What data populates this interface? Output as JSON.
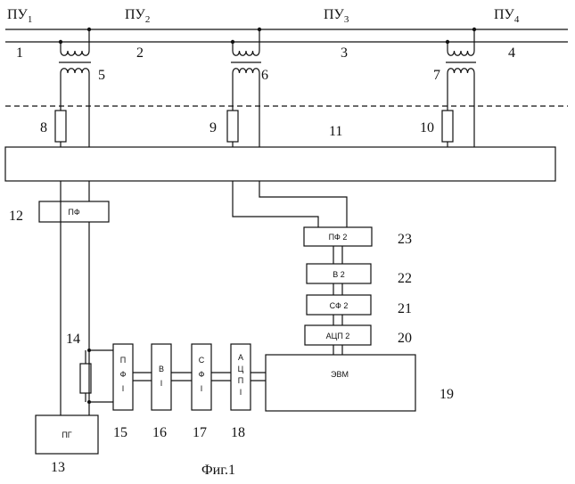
{
  "stations": [
    {
      "text": "ПУ",
      "sub": "1"
    },
    {
      "text": "ПУ",
      "sub": "2"
    },
    {
      "text": "ПУ",
      "sub": "3"
    },
    {
      "text": "ПУ",
      "sub": "4"
    }
  ],
  "numbers": [
    "1",
    "2",
    "3",
    "4",
    "5",
    "6",
    "7",
    "8",
    "9",
    "10",
    "11",
    "12",
    "13",
    "14",
    "15",
    "16",
    "17",
    "18",
    "19",
    "20",
    "21",
    "22",
    "23"
  ],
  "boxes": {
    "pf": "ПФ",
    "pg": "ПГ",
    "pf2": "ПФ   2",
    "v2": "В 2",
    "sf2": "СФ 2",
    "adc2": "АЦП   2",
    "evm": "ЭВМ",
    "pf1": [
      "П",
      "Ф",
      "I"
    ],
    "v1": [
      "В",
      "I"
    ],
    "sf1": [
      "С",
      "Ф",
      "I"
    ],
    "adc1": [
      "А",
      "Ц",
      "П",
      "I"
    ]
  },
  "caption": "Фиг.1"
}
